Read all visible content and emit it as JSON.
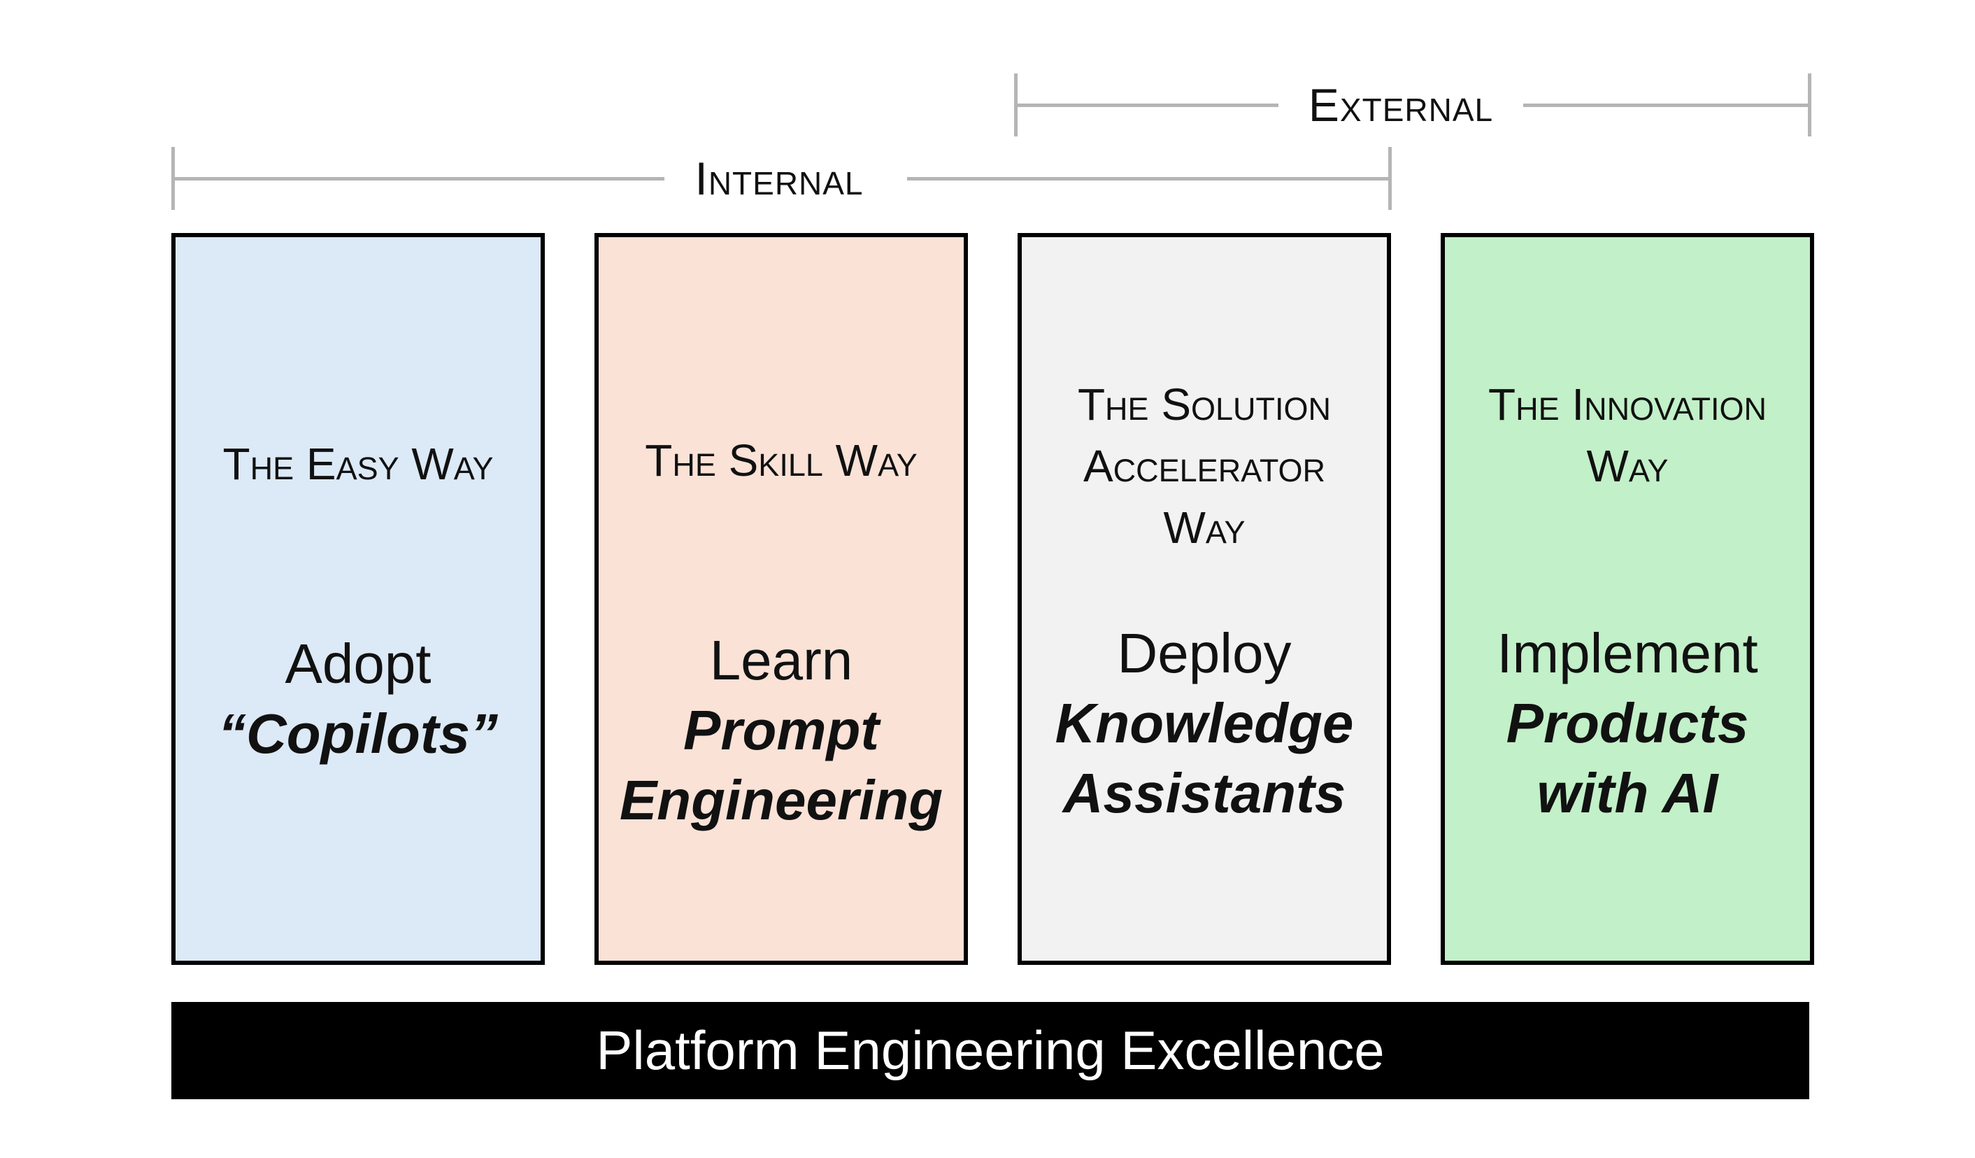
{
  "brackets": {
    "internal": {
      "label": "Internal"
    },
    "external": {
      "label": "External"
    }
  },
  "boxes": [
    {
      "way": "The Easy Way",
      "action": "Adopt",
      "emphasis": "“Copilots”",
      "color": "#dce9f6"
    },
    {
      "way": "The Skill Way",
      "action": "Learn",
      "emphasis_line1": "Prompt",
      "emphasis_line2": "Engineering",
      "color": "#fae2d7"
    },
    {
      "way_line1": "The Solution",
      "way_line2": "Accelerator",
      "way_line3": "Way",
      "action": "Deploy",
      "emphasis_line1": "Knowledge",
      "emphasis_line2": "Assistants",
      "color": "#f2f2f2"
    },
    {
      "way_line1": "The Innovation",
      "way_line2": "Way",
      "action": "Implement",
      "emphasis_line1": "Products",
      "emphasis_line2": "with AI",
      "color": "#c2f0c8"
    }
  ],
  "foundation": {
    "label": "Platform Engineering Excellence",
    "color": "#000000"
  }
}
